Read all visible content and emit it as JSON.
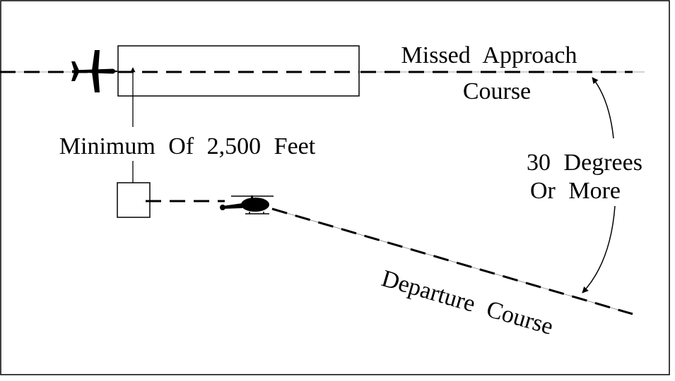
{
  "labels": {
    "missed_line1": "Missed Approach",
    "missed_line2": "Course",
    "minimum": "Minimum Of 2,500 Feet",
    "degrees_line1": "30 Degrees",
    "degrees_line2": "Or More",
    "departure": "Departure Course"
  },
  "icons": {
    "airplane": "airplane-icon",
    "helicopter": "helicopter-icon"
  },
  "colors": {
    "ink": "#000000",
    "background": "#ffffff"
  }
}
